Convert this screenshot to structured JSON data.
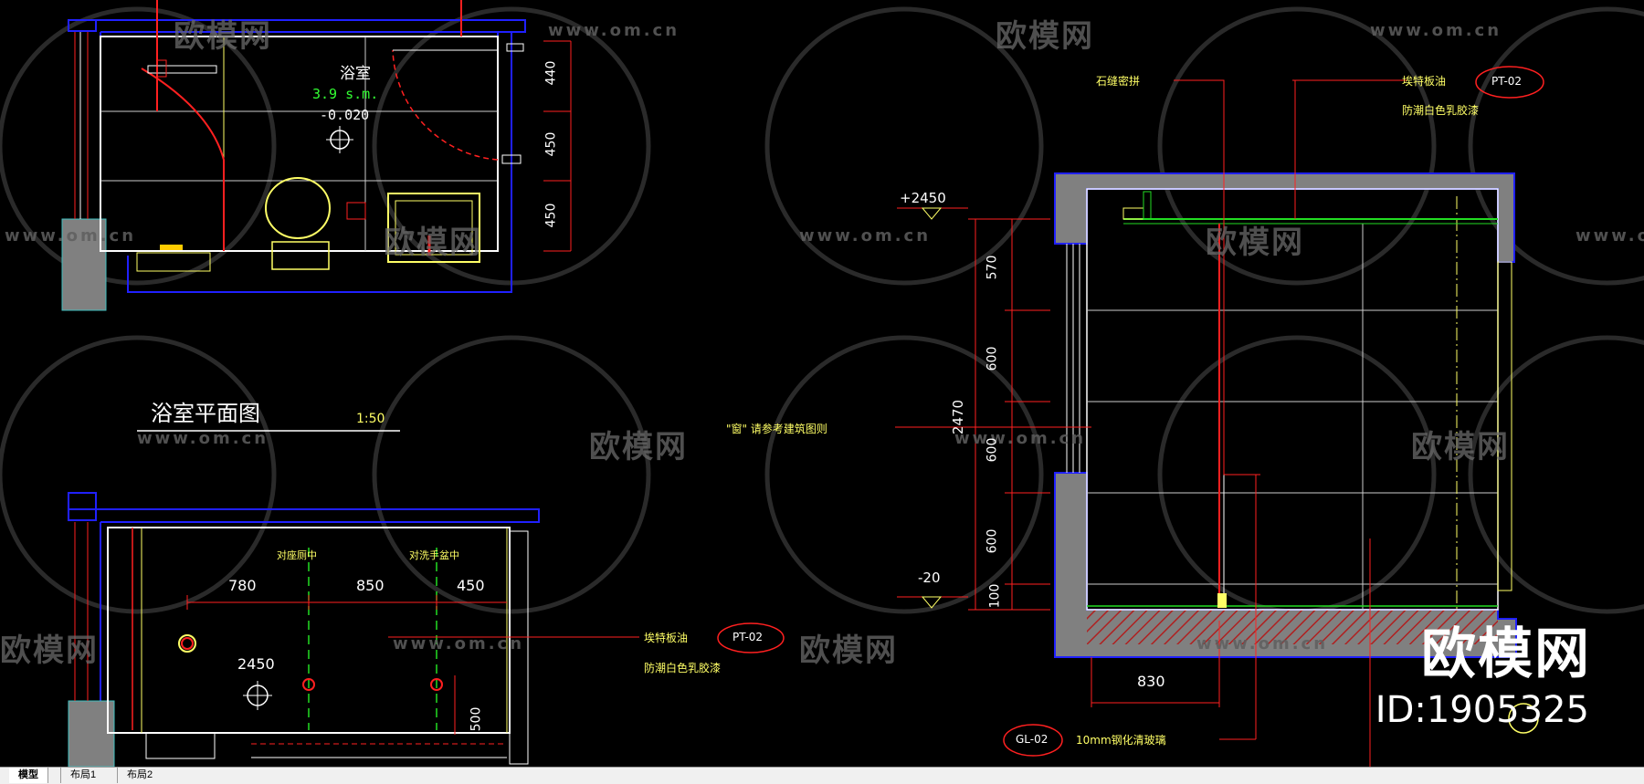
{
  "plan": {
    "room_name": "浴室",
    "area": "3.9  s.m.",
    "level": "-0.020",
    "title": "浴室平面图",
    "scale": "1:50",
    "dims_right": [
      "440",
      "450",
      "450"
    ]
  },
  "ceiling": {
    "dims_top": [
      "780",
      "850",
      "450"
    ],
    "label_center1": "对座厕中",
    "label_center2": "对洗手盆中",
    "height": "2450",
    "dim_side": "500",
    "pt_tag": "PT-02",
    "material1": "埃特板油",
    "material2": "防潮白色乳胶漆"
  },
  "note_window": "\"窗\" 请参考建筑图则",
  "section": {
    "level_top": "+2450",
    "level_bottom": "-20",
    "dims_vertical": [
      "570",
      "600",
      "600",
      "600",
      "100"
    ],
    "dim_total": "2470",
    "dim_bottom": "830",
    "label_stone": "石缝密拼",
    "material1": "埃特板油",
    "material2": "防潮白色乳胶漆",
    "pt_tag": "PT-02",
    "gl_tag": "GL-02",
    "gl_desc": "10mm钢化清玻璃"
  },
  "watermark": {
    "url": "www.om.cn",
    "logo": "欧模网"
  },
  "brand": {
    "name": "欧模网",
    "id": "ID:1905325"
  },
  "tabs": [
    "模型",
    "布局1",
    "布局2"
  ],
  "colors": {
    "background": "#000000",
    "wall_blue": "#2020ff",
    "line_white": "#ffffff",
    "line_yellow": "#ffff66",
    "line_red": "#ff2020",
    "line_green": "#22dd22",
    "text_green": "#33ff33",
    "hatch_red": "#b02020",
    "wall_fill": "#808080"
  }
}
